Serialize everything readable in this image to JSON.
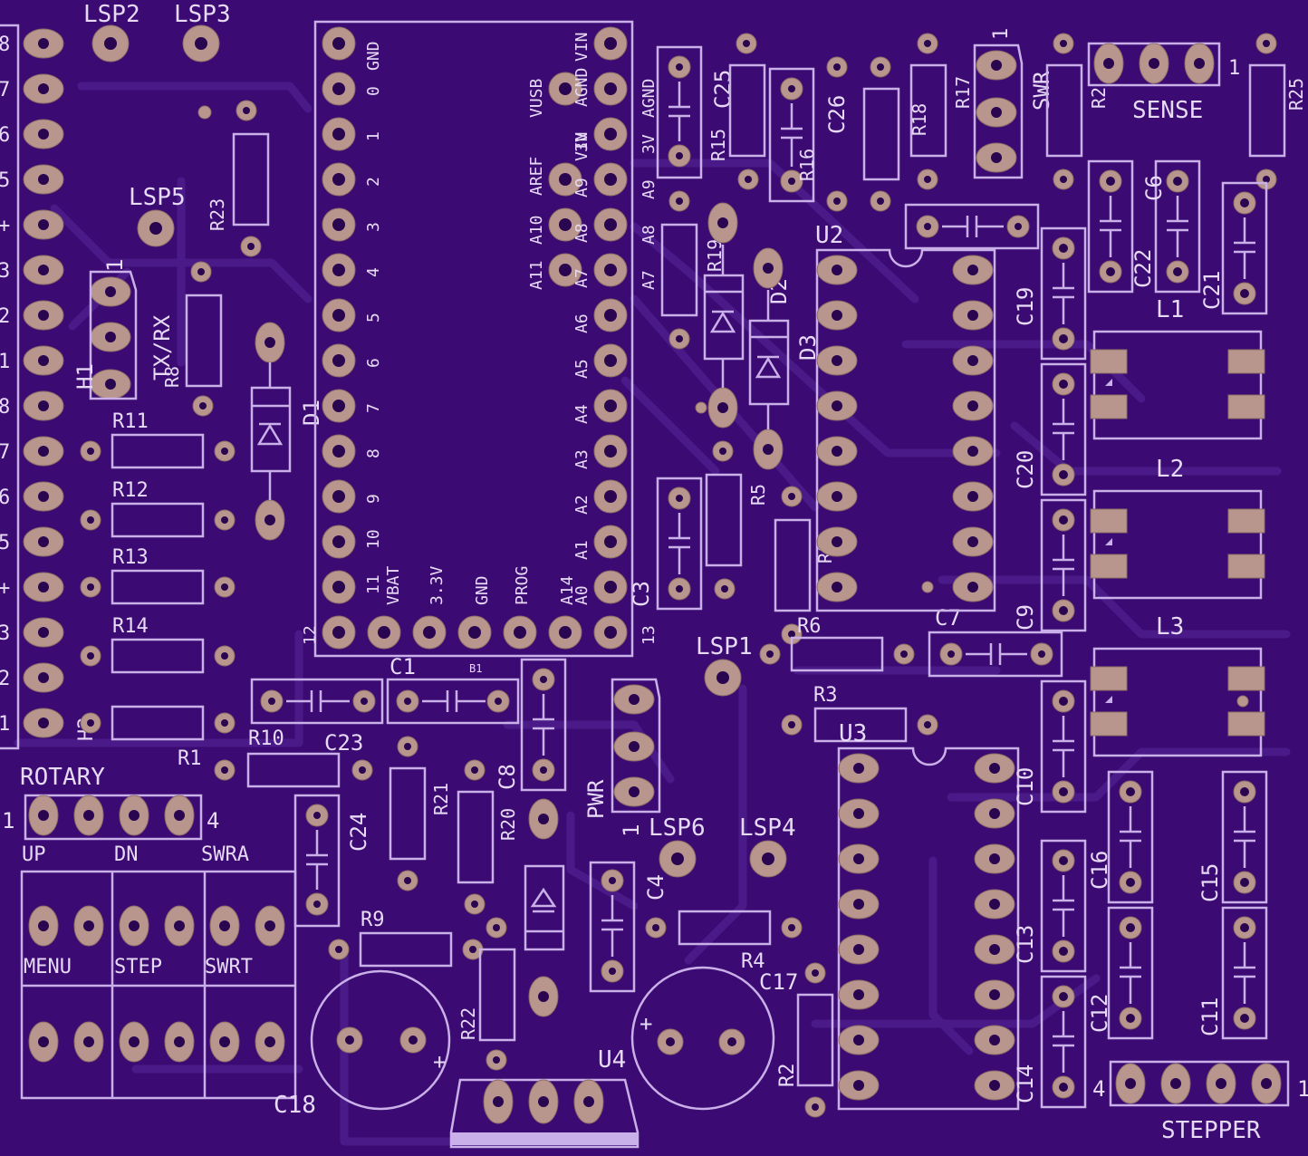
{
  "board": {
    "background": "#3b0a72",
    "silk_color": "#c9b0e8",
    "pad_color": "#b8968e",
    "trace_color": "#4a1a88"
  },
  "labels": {
    "lsp2": "LSP2",
    "lsp3": "LSP3",
    "lsp5": "LSP5",
    "lsp1": "LSP1",
    "lsp6": "LSP6",
    "lsp4": "LSP4",
    "r23": "R23",
    "r8": "R8",
    "r11": "R11",
    "r12": "R12",
    "r13": "R13",
    "r14": "R14",
    "r1": "R1",
    "r10": "R10",
    "r9": "R9",
    "r21": "R21",
    "r20": "R20",
    "r22": "R22",
    "r4": "R4",
    "r2": "R2",
    "r3": "R3",
    "r5": "R5",
    "r6": "R6",
    "r15": "R15",
    "r16": "R16",
    "r17": "R17",
    "r18": "R18",
    "r19": "R19",
    "r24": "R2",
    "r25": "R25",
    "c1": "C1",
    "c23": "C23",
    "c24": "C24",
    "c8": "C8",
    "c4": "C4",
    "c17": "C17",
    "c18": "C18",
    "c25": "C25",
    "c26": "C26",
    "c22": "C22",
    "c6": "C6",
    "c21": "C21",
    "c19": "C19",
    "c20": "C20",
    "c3": "C3",
    "c7": "C7",
    "c9": "C9",
    "c10": "C10",
    "c16": "C16",
    "c15": "C15",
    "c13": "C13",
    "c12": "C12",
    "c11": "C11",
    "c14": "C14",
    "d1": "D1",
    "d2": "D2",
    "d3": "D3",
    "u2": "U2",
    "u3": "U3",
    "u4": "U4",
    "l1": "L1",
    "l2": "L2",
    "l3": "L3",
    "txrx": "TX/RX",
    "h1": "H1",
    "h2": "H2",
    "swr": "SWR",
    "sense": "SENSE",
    "pwr": "PWR",
    "rotary": "ROTARY",
    "stepper": "STEPPER",
    "up": "UP",
    "dn": "DN",
    "swra": "SWRA",
    "menu": "MENU",
    "step": "STEP",
    "swrt": "SWRT",
    "one": "1",
    "four": "4",
    "b1": "B1",
    "plus": "+"
  },
  "teensy": {
    "left_pins": [
      "GND",
      "0",
      "1",
      "2",
      "3",
      "4",
      "5",
      "6",
      "7",
      "8",
      "9",
      "10",
      "11",
      "12"
    ],
    "right_pins": [
      "VIN",
      "AGND",
      "3V",
      "A9",
      "A8",
      "A7",
      "A6",
      "A5",
      "A4",
      "A3",
      "A2",
      "A1",
      "A0",
      "13"
    ],
    "inner_top": [
      "VUSB",
      "VIN",
      "AREF",
      "A10",
      "A11"
    ],
    "bottom_labels": [
      "VBAT",
      "3.3V",
      "GND",
      "PROG",
      "A14"
    ]
  },
  "left_header_digits": [
    "8",
    "7",
    "6",
    "5",
    "+",
    "3",
    "2",
    "1",
    "8",
    "7",
    "6",
    "5",
    "+",
    "3",
    "2",
    "1"
  ]
}
